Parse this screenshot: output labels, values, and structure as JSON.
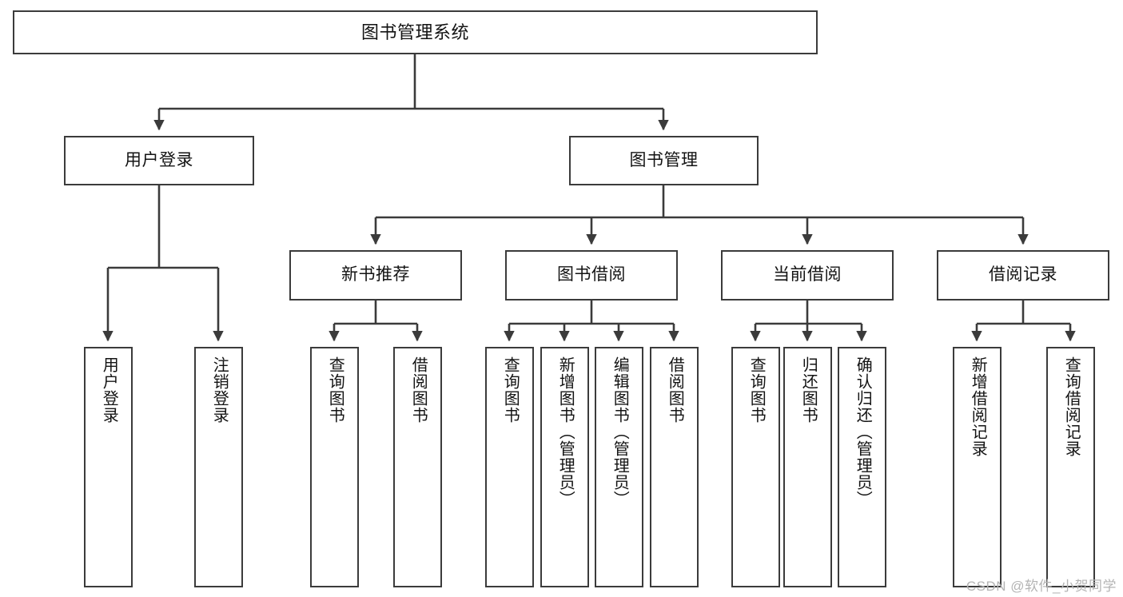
{
  "diagram": {
    "title": "图书管理系统",
    "type": "tree",
    "style": {
      "background": "#ffffff",
      "stroke": "#3b3b3b",
      "text": "#131313",
      "watermark": "#b4b4b4"
    },
    "nodes": {
      "root": {
        "label": "图书管理系统"
      },
      "level2": [
        {
          "label": "用户登录"
        },
        {
          "label": "图书管理"
        }
      ],
      "level3": [
        {
          "label": "新书推荐"
        },
        {
          "label": "图书借阅"
        },
        {
          "label": "当前借阅"
        },
        {
          "label": "借阅记录"
        }
      ],
      "leaves": {
        "user_login": [
          {
            "label": "用户登录"
          },
          {
            "label": "注销登录"
          }
        ],
        "new_book": [
          {
            "label": "查询图书"
          },
          {
            "label": "借阅图书"
          }
        ],
        "book_borrow": [
          {
            "label": "查询图书"
          },
          {
            "label": "新增图书（管理员）"
          },
          {
            "label": "编辑图书（管理员）"
          },
          {
            "label": "借阅图书"
          }
        ],
        "current_borrow": [
          {
            "label": "查询图书"
          },
          {
            "label": "归还图书"
          },
          {
            "label": "确认归还（管理员）"
          }
        ],
        "borrow_record": [
          {
            "label": "新增借阅记录"
          },
          {
            "label": "查询借阅记录"
          }
        ]
      }
    },
    "watermark": "CSDN @软件_小贺同学"
  }
}
